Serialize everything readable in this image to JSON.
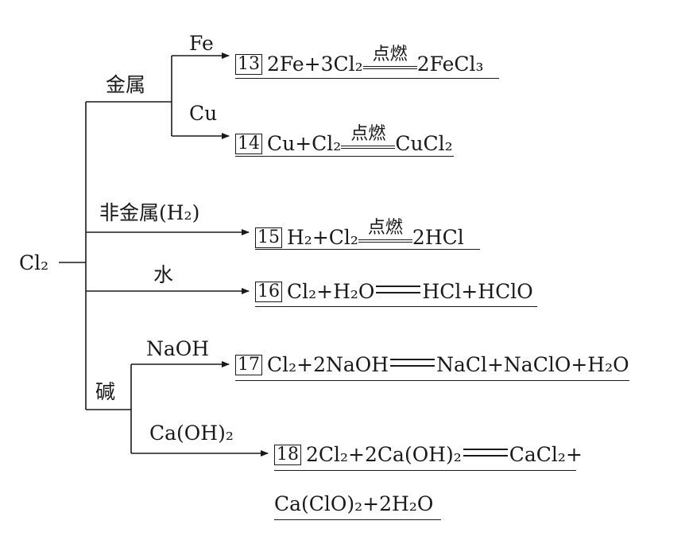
{
  "root": "Cl₂",
  "branches": {
    "metal": "金属",
    "nonmetal": "非金属(H₂)",
    "water": "水",
    "base": "碱"
  },
  "sub_labels": {
    "fe": "Fe",
    "cu": "Cu",
    "naoh": "NaOH",
    "caoh2": "Ca(OH)₂"
  },
  "equations": {
    "e13": {
      "num": "13",
      "left": "2Fe+3Cl₂",
      "cond": "点燃",
      "right": "2FeCl₃"
    },
    "e14": {
      "num": "14",
      "left": "Cu+Cl₂",
      "cond": "点燃",
      "right": "CuCl₂"
    },
    "e15": {
      "num": "15",
      "left": "H₂+Cl₂",
      "cond": "点燃",
      "right": "2HCl"
    },
    "e16": {
      "num": "16",
      "left": "Cl₂+H₂O",
      "right": "HCl+HClO"
    },
    "e17": {
      "num": "17",
      "left": "Cl₂+2NaOH",
      "right": "NaCl+NaClO+H₂O"
    },
    "e18": {
      "num": "18",
      "left": "2Cl₂+2Ca(OH)₂",
      "right": "CaCl₂+",
      "continuation": "Ca(ClO)₂+2H₂O"
    }
  }
}
